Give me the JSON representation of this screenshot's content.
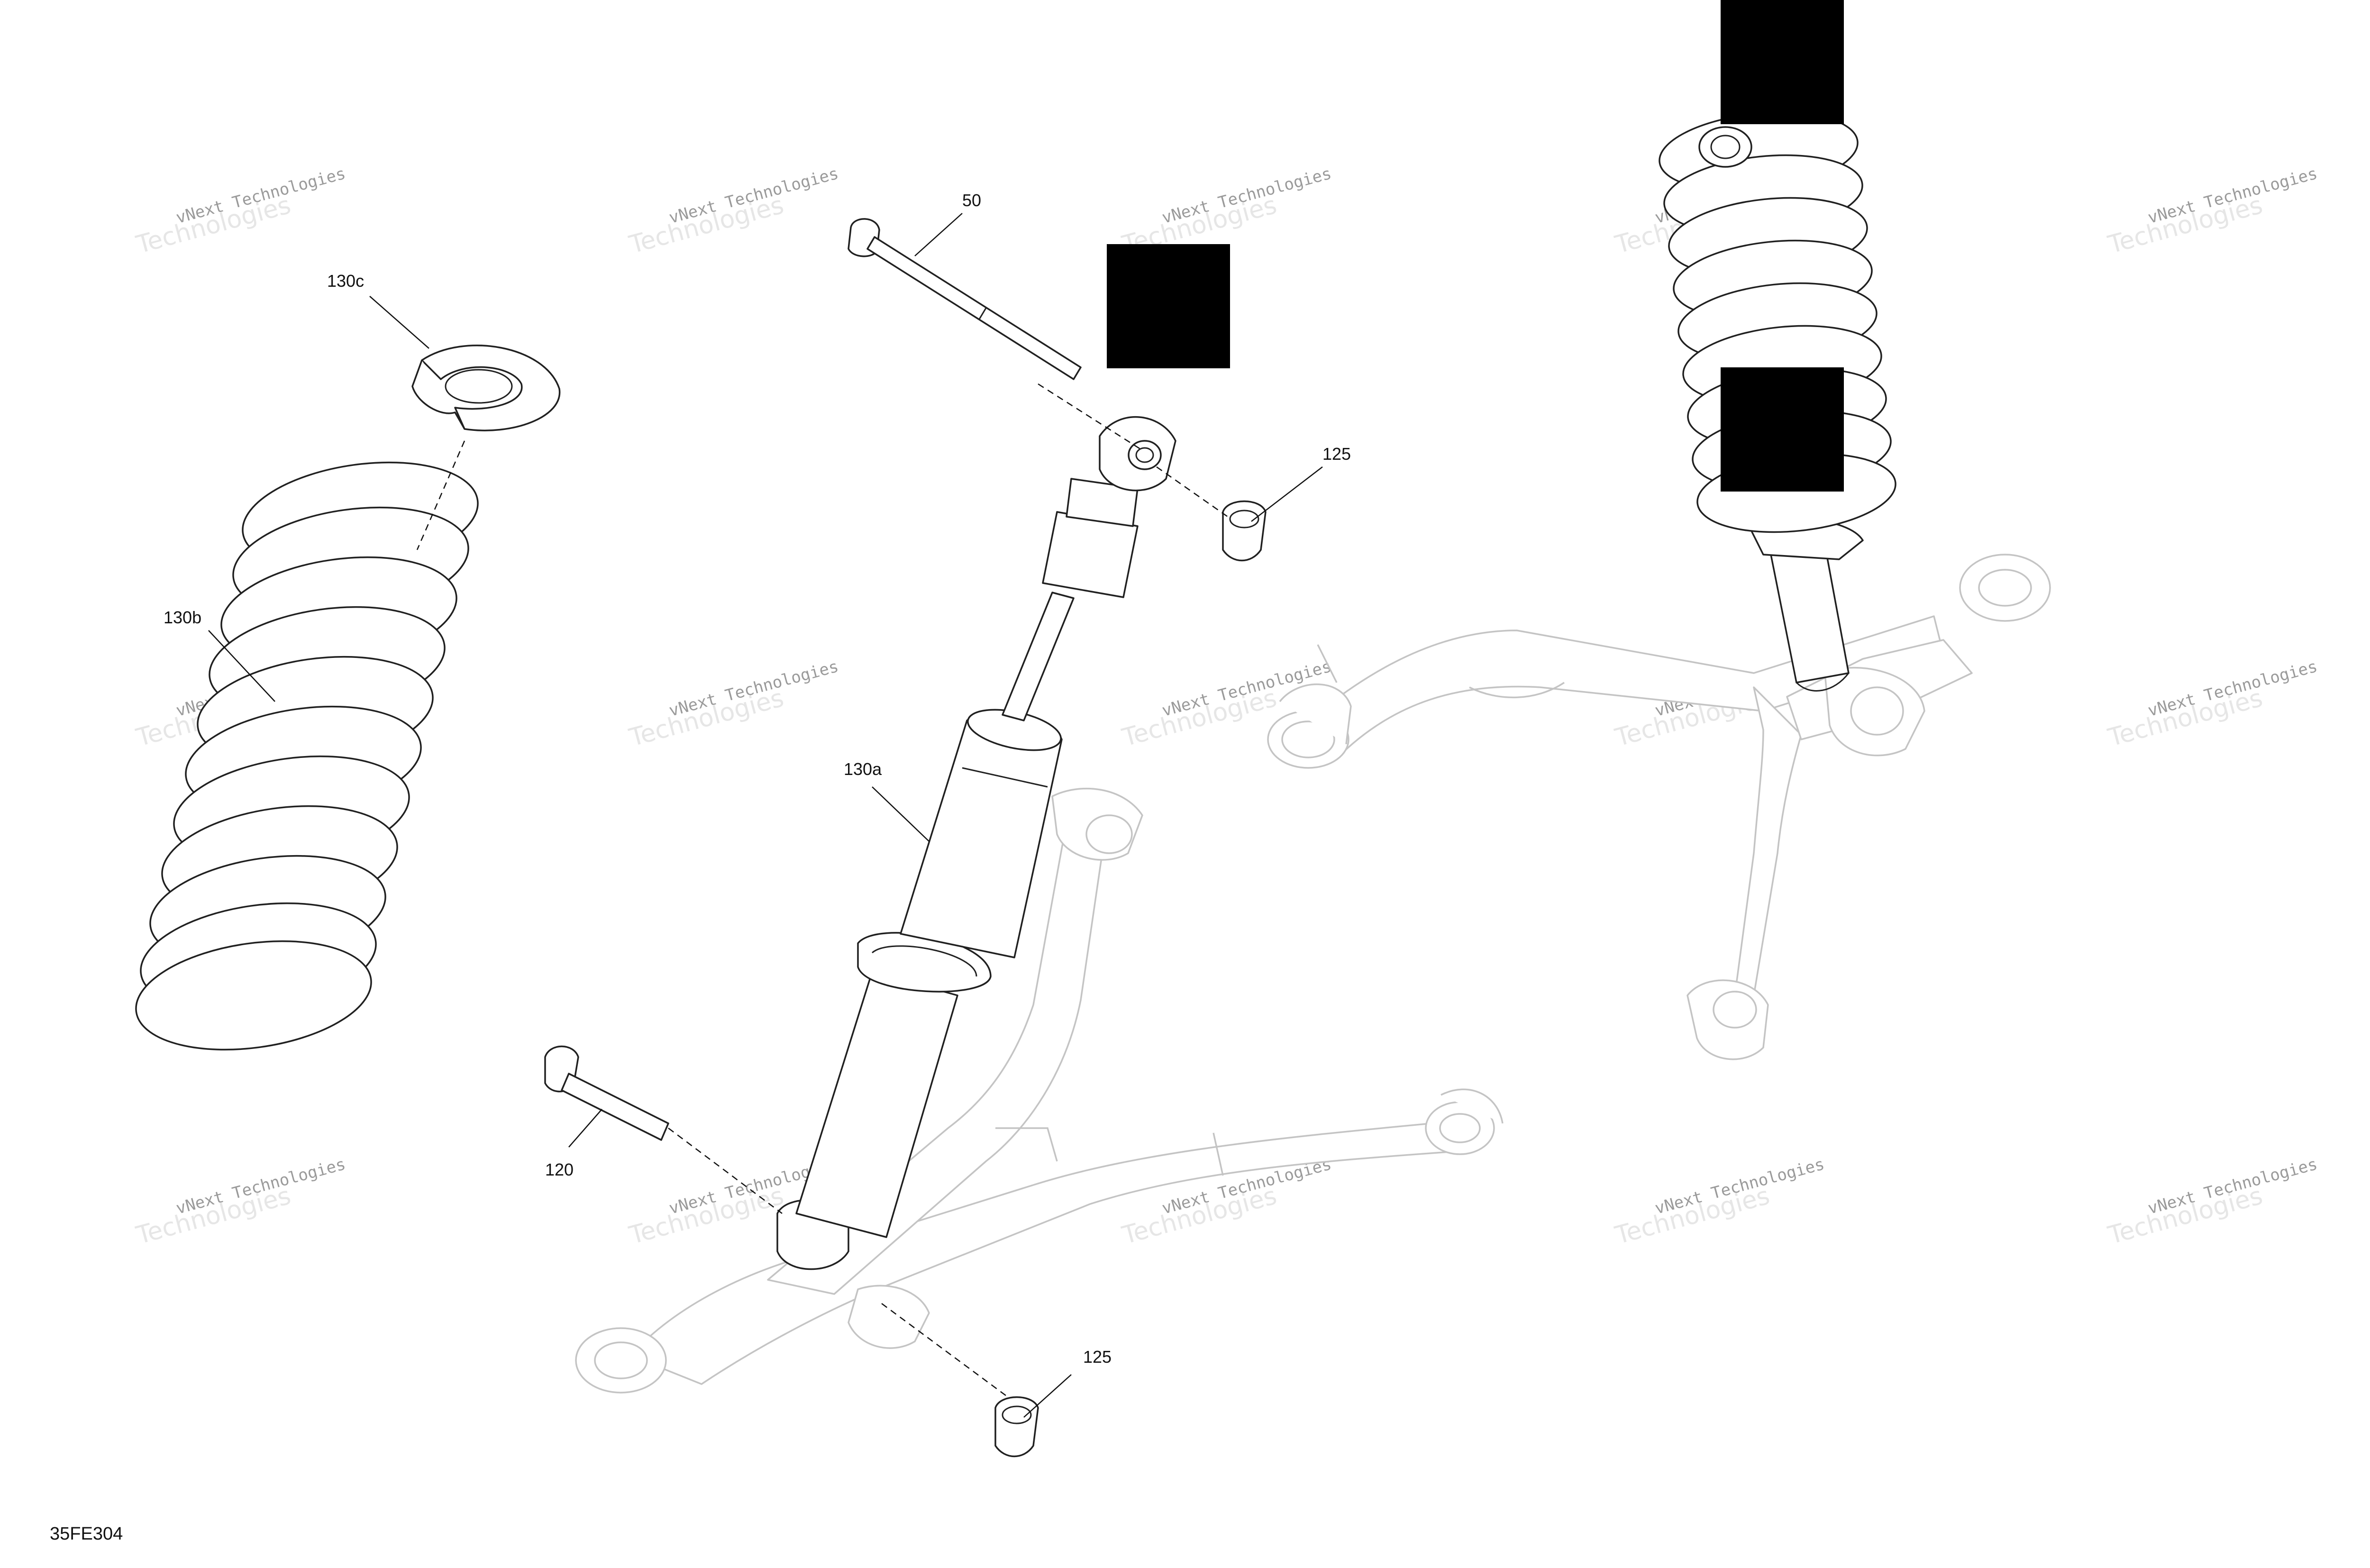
{
  "figure_id": "35FE304",
  "watermark": {
    "line1": "vNext Technologies",
    "line2": "Technologies"
  },
  "callouts": {
    "spring_seat": "130c",
    "spring": "130b",
    "shock_absorber": "130a",
    "upper_bolt": "50",
    "upper_nut": "125",
    "lower_bolt": "120",
    "lower_nut": "125"
  }
}
